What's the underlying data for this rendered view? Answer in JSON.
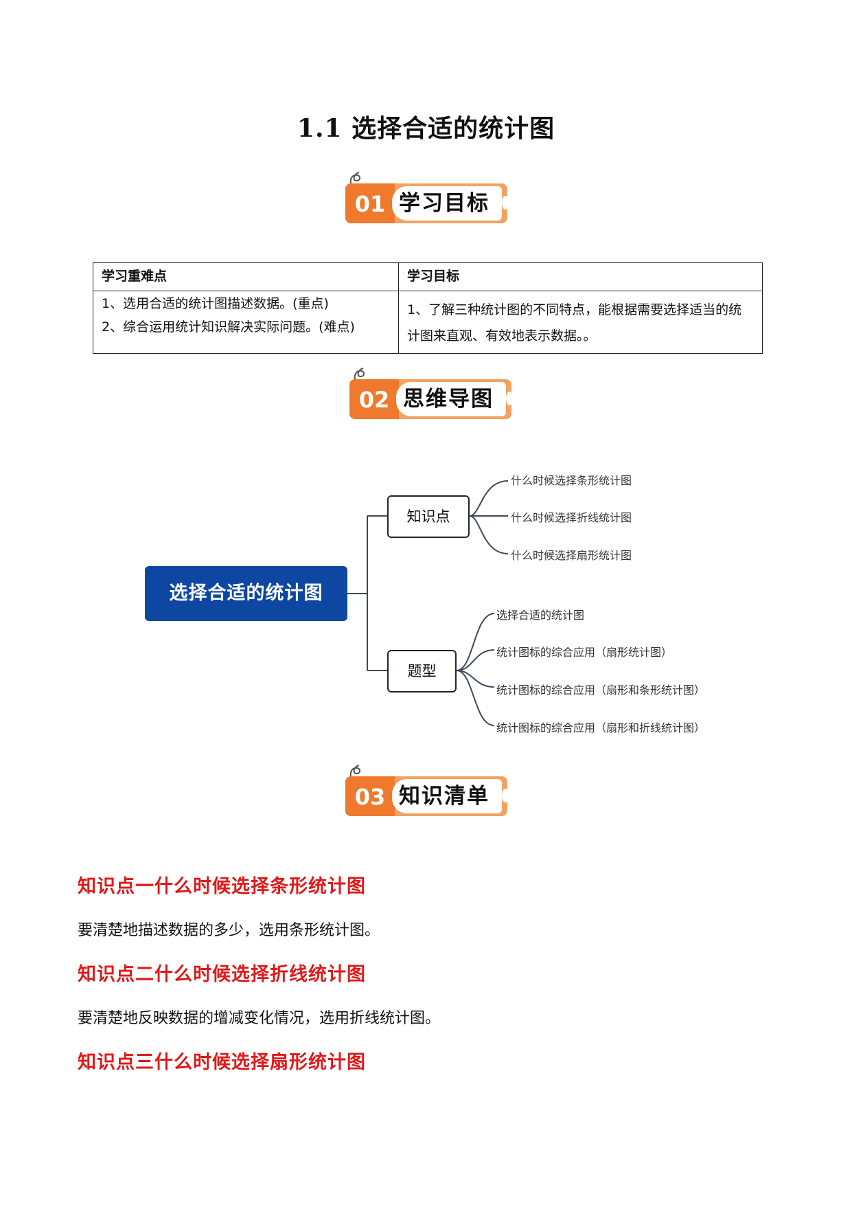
{
  "title": "1.1 选择合适的统计图",
  "sections": [
    {
      "num": "01",
      "label": "学习目标"
    },
    {
      "num": "02",
      "label": "思维导图"
    },
    {
      "num": "03",
      "label": "知识清单"
    }
  ],
  "goals_table": {
    "headers": [
      "学习重难点",
      "学习目标"
    ],
    "left_items": [
      "1、选用合适的统计图描述数据。(重点)",
      "2、综合运用统计知识解决实际问题。(难点)"
    ],
    "right_items": [
      "1、了解三种统计图的不同特点，能根据需要选择适当的统计图来直观、有效地表示数据。。"
    ]
  },
  "mindmap": {
    "root": "选择合适的统计图",
    "branches": [
      {
        "label": "知识点",
        "leaves": [
          "什么时候选择条形统计图",
          "什么时候选择折线统计图",
          "什么时候选择扇形统计图"
        ]
      },
      {
        "label": "题型",
        "leaves": [
          "选择合适的统计图",
          "统计图标的综合应用（扇形统计图）",
          "统计图标的综合应用（扇形和条形统计图）",
          "统计图标的综合应用（扇形和折线统计图）"
        ]
      }
    ]
  },
  "knowledge": [
    {
      "heading": "知识点一什么时候选择条形统计图",
      "text": "要清楚地描述数据的多少，选用条形统计图。"
    },
    {
      "heading": "知识点二什么时候选择折线统计图",
      "text": "要清楚地反映数据的增减变化情况，选用折线统计图。"
    },
    {
      "heading": "知识点三什么时候选择扇形统计图",
      "text": ""
    }
  ],
  "colors": {
    "badge_dark": "#ef7a2e",
    "badge_light": "#f4a261",
    "root_blue": "#0d47a1",
    "heading_red": "#e01919"
  }
}
